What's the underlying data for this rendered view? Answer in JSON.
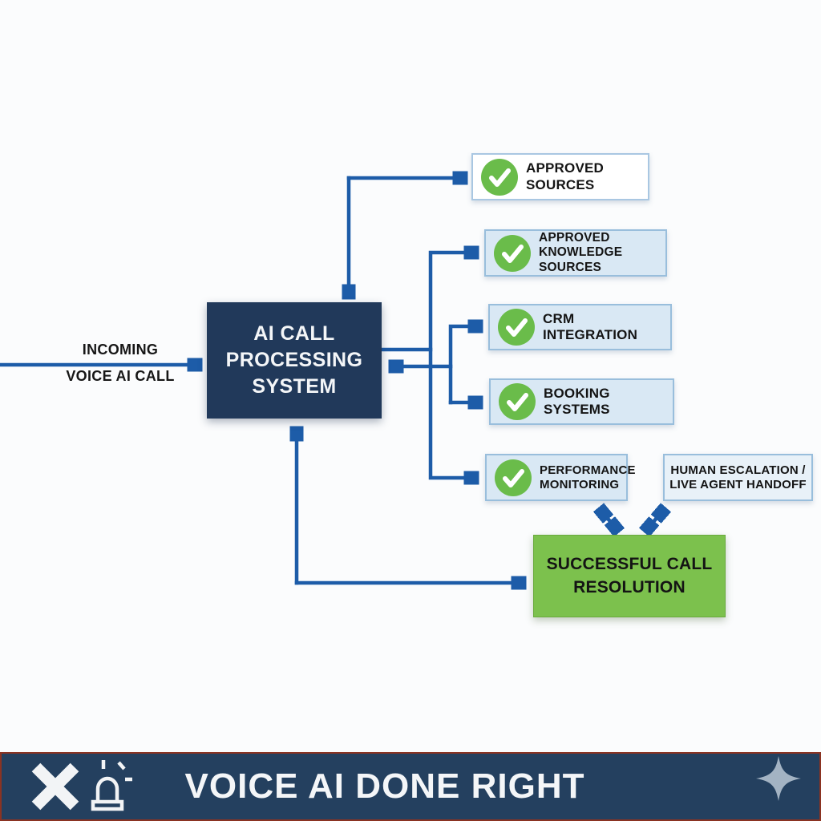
{
  "colors": {
    "arrow_blue": "#1d5ca8",
    "dark_navy": "#21395a",
    "banner_navy": "#24405f",
    "banner_border_red": "#8b3322",
    "light_box_bg": "#d9e8f4",
    "light_box_border": "#99bedc",
    "white_box_bg": "#ffffff",
    "white_box_border": "#a9c7e2",
    "check_green": "#6abc4a",
    "success_green": "#7cc14d",
    "sparkle_gray": "#a3b3c3",
    "text_dark": "#141414",
    "text_light": "#f4f6f8"
  },
  "incoming": {
    "line1": "INCOMING",
    "line2": "VOICE AI CALL"
  },
  "central": {
    "label": "AI CALL PROCESSING SYSTEM"
  },
  "boxes": {
    "approved_sources": {
      "label": "APPROVED SOURCES",
      "check": true
    },
    "approved_knowledge": {
      "label": "APPROVED KNOWLEDGE SOURCES",
      "check": true
    },
    "crm": {
      "label": "CRM INTEGRATION",
      "check": true
    },
    "booking": {
      "label": "BOOKING SYSTEMS",
      "check": true
    },
    "performance": {
      "label": "PERFORMANCE MONITORING",
      "check": true
    },
    "human_escalation": {
      "label": "HUMAN ESCALATION / LIVE AGENT HANDOFF",
      "check": false
    },
    "success": {
      "label": "SUCCESSFUL CALL RESOLUTION",
      "check": false
    }
  },
  "banner": {
    "title": "VOICE AI DONE RIGHT",
    "icons": [
      "x-mark-icon",
      "siren-light-icon",
      "sparkle-icon"
    ]
  }
}
